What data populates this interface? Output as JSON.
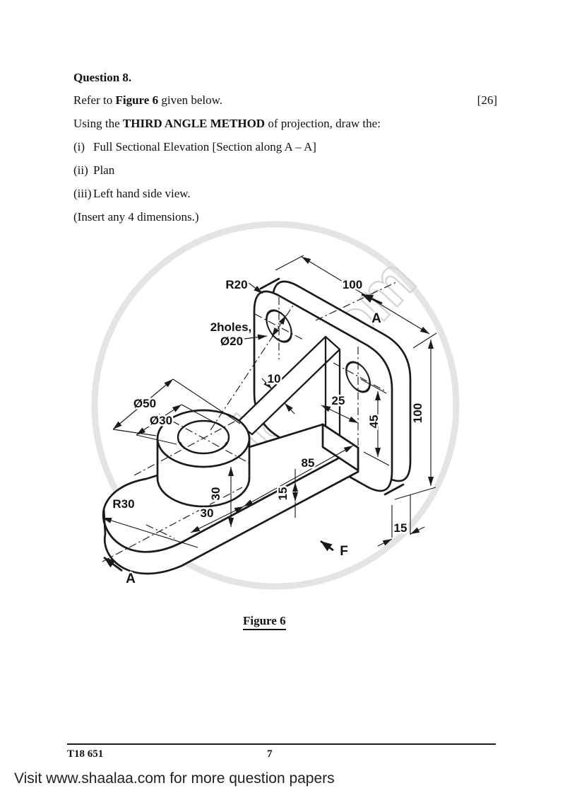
{
  "question": {
    "title": "Question 8.",
    "refer_pre": "Refer to ",
    "refer_bold": "Figure 6",
    "refer_post": " given below.",
    "marks": "[26]",
    "using_pre": "Using the ",
    "using_bold": "THIRD ANGLE METHOD",
    "using_post": " of projection, draw the:",
    "items": [
      {
        "num": "(i)",
        "text": "Full Sectional Elevation [Section along A – A]"
      },
      {
        "num": "(ii)",
        "text": "Plan"
      },
      {
        "num": "(iii)",
        "text": "Left hand side view."
      }
    ],
    "note": "(Insert any 4 dimensions.)"
  },
  "figure": {
    "caption": "Figure 6",
    "watermark": "shaalaa.com",
    "labels": {
      "corner_radius": "R20",
      "plate_width": "100",
      "holes_line1": "2holes,",
      "holes_line2": "Ø20",
      "rib_thickness": "10",
      "outer_dia": "Ø50",
      "inner_dia": "Ø30",
      "hole_offset": "25",
      "hole_height": "45",
      "plate_height": "100",
      "base_length": "85",
      "cyl_height": "30",
      "base_offset": "30",
      "base_radius": "R30",
      "bar_thickness": "15",
      "plate_thickness": "15",
      "section_a_top": "A",
      "section_a_bottom": "A",
      "front_view": "F"
    }
  },
  "footer": {
    "code": "T18 651",
    "page_number": "7"
  },
  "tagline": "Visit www.shaalaa.com for more question papers"
}
